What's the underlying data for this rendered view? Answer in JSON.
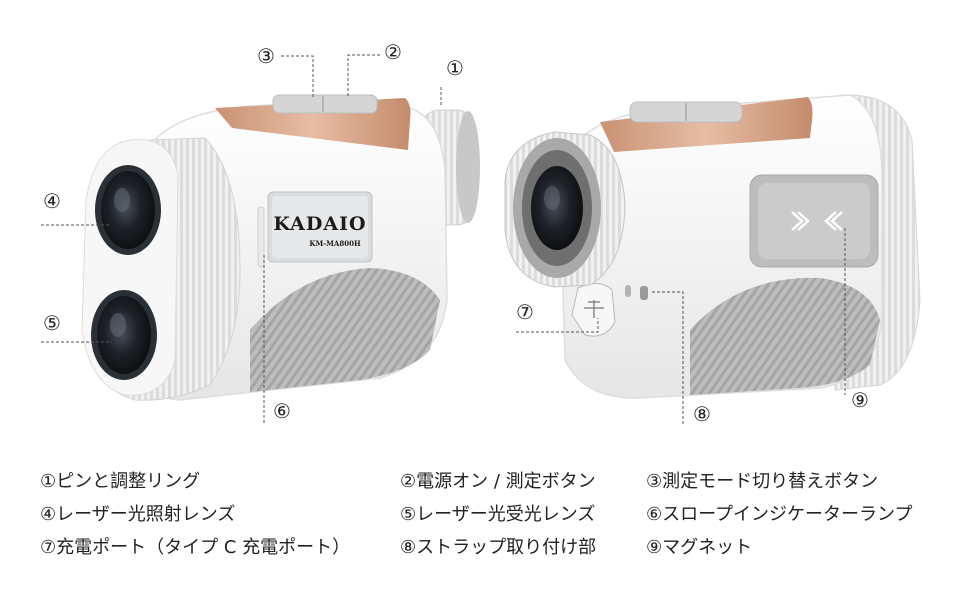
{
  "product": {
    "brand": "KADAIO",
    "model": "KM-MA800H"
  },
  "callouts": [
    {
      "id": "1",
      "mark": "①"
    },
    {
      "id": "2",
      "mark": "②"
    },
    {
      "id": "3",
      "mark": "③"
    },
    {
      "id": "4",
      "mark": "④"
    },
    {
      "id": "5",
      "mark": "⑤"
    },
    {
      "id": "6",
      "mark": "⑥"
    },
    {
      "id": "7",
      "mark": "⑦"
    },
    {
      "id": "8",
      "mark": "⑧"
    },
    {
      "id": "9",
      "mark": "⑨"
    }
  ],
  "legend": [
    "①ピンと調整リング",
    "②電源オン / 測定ボタン",
    "③測定モード切り替えボタン",
    "④レーザー光照射レンズ",
    "⑤レーザー光受光レンズ",
    "⑥スロープインジケーターランプ",
    "⑦充電ポート（タイプ C 充電ポート）",
    "⑧ストラップ取り付け部",
    "⑨マグネット"
  ],
  "colors": {
    "body": "#f4f4f4",
    "grip": "#c9c9c9",
    "copper": "#d9a98d",
    "lens": "#1c1f24",
    "line": "#555555"
  }
}
